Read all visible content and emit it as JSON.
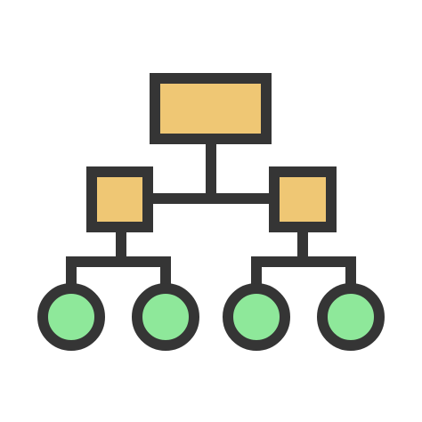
{
  "icon": {
    "name": "org-chart-icon",
    "colors": {
      "background": "#ffffff",
      "stroke": "#353535",
      "box_fill": "#efc774",
      "leaf_fill": "#8ee89a"
    },
    "nodes": [
      {
        "id": "root",
        "shape": "rect"
      },
      {
        "id": "left-manager",
        "shape": "rect"
      },
      {
        "id": "right-manager",
        "shape": "rect"
      },
      {
        "id": "leaf-1",
        "shape": "circle"
      },
      {
        "id": "leaf-2",
        "shape": "circle"
      },
      {
        "id": "leaf-3",
        "shape": "circle"
      },
      {
        "id": "leaf-4",
        "shape": "circle"
      }
    ]
  }
}
